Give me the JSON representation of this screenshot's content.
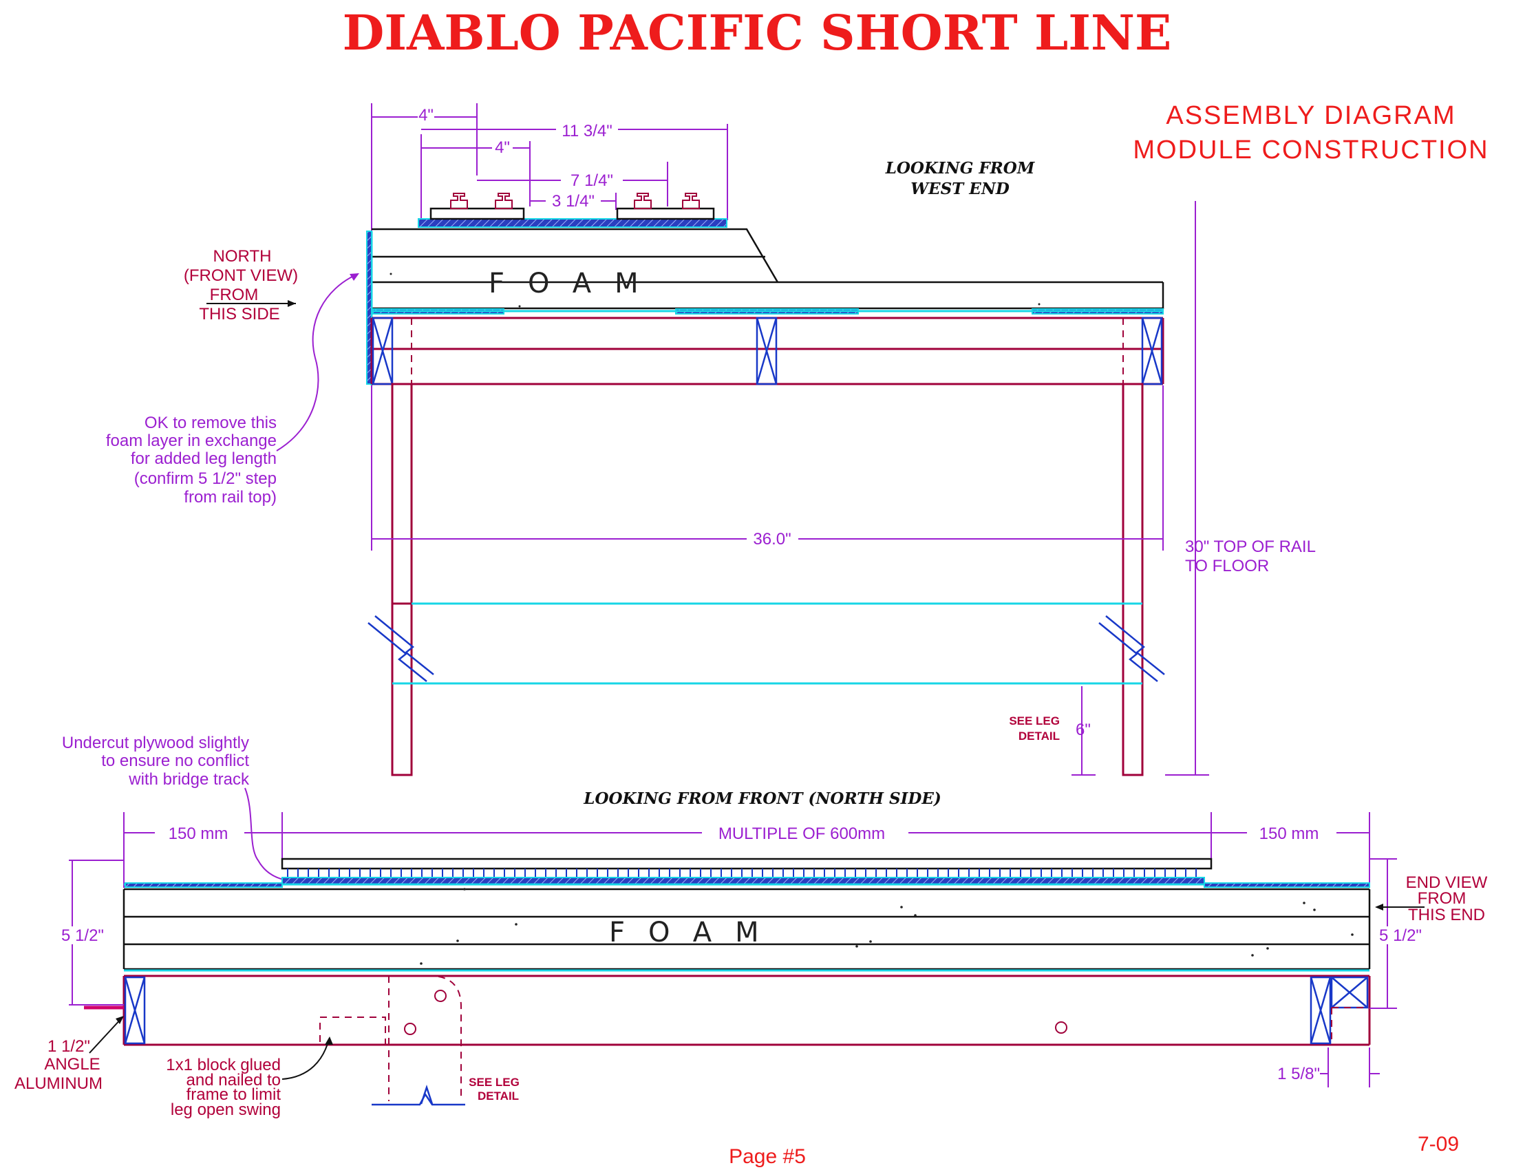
{
  "title": "DIABLO PACIFIC SHORT LINE",
  "heading": {
    "line1": "ASSEMBLY DIAGRAM",
    "line2": "MODULE CONSTRUCTION"
  },
  "end_view": {
    "label_line1": "LOOKING FROM",
    "label_line2": "WEST END",
    "foam_label": "FOAM",
    "north": {
      "line1": "NORTH",
      "line2": "(FRONT VIEW)",
      "line3": "FROM",
      "line4": "THIS SIDE"
    },
    "note_foam": [
      "OK to remove this",
      "foam layer in exchange",
      "for added leg length",
      "(confirm 5 1/2\" step",
      "from rail top)"
    ],
    "dims": {
      "d_4a": "4\"",
      "d_11_3_4": "11 3/4\"",
      "d_4b": "4\"",
      "d_7_1_4": "7 1/4\"",
      "d_3_1_4": "3 1/4\"",
      "d_36": "36.0\"",
      "d_6": "6\""
    },
    "height_note": {
      "line1": "30\" TOP OF RAIL",
      "line2": "TO FLOOR"
    },
    "leg_detail": {
      "line1": "SEE LEG",
      "line2": "DETAIL"
    }
  },
  "front_view": {
    "label": "LOOKING FROM FRONT (NORTH SIDE)",
    "foam_label": "FOAM",
    "undercut_note": [
      "Undercut plywood slightly",
      "to ensure no conflict",
      "with bridge track"
    ],
    "dims": {
      "left_150": "150 mm",
      "multiple": "MULTIPLE OF 600mm",
      "right_150": "150 mm",
      "left_5_1_2": "5 1/2\"",
      "right_5_1_2": "5 1/2\"",
      "d_1_5_8": "1 5/8\""
    },
    "end_view_note": {
      "line1": "END VIEW",
      "line2": "FROM",
      "line3": "THIS END"
    },
    "angle_note": {
      "line1": "1 1/2\"",
      "line2": "ANGLE",
      "line3": "ALUMINUM"
    },
    "block_note": [
      "1x1 block glued",
      "and nailed to",
      "frame to limit",
      "leg open swing"
    ],
    "leg_detail": {
      "line1": "SEE LEG",
      "line2": "DETAIL"
    }
  },
  "footer": {
    "page": "Page #5",
    "date": "7-09"
  }
}
